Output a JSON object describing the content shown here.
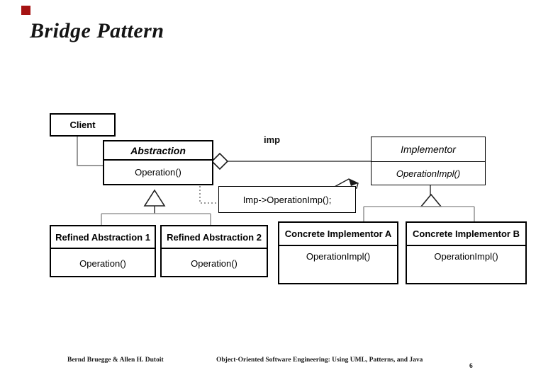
{
  "slide": {
    "title": "Bridge Pattern",
    "logo_color": "#a51212"
  },
  "diagram": {
    "imp_label": "imp",
    "note": {
      "text": "Imp->OperationImp();"
    },
    "classes": {
      "client": {
        "name": "Client"
      },
      "abstraction": {
        "name": "Abstraction",
        "method": "Operation()"
      },
      "implementor": {
        "name": "Implementor",
        "method": "OperationImpl()"
      },
      "refined1": {
        "name": "Refined Abstraction 1",
        "method": "Operation()"
      },
      "refined2": {
        "name": "Refined Abstraction 2",
        "method": "Operation()"
      },
      "concreteA": {
        "name": "Concrete Implementor A",
        "method": "OperationImpl()"
      },
      "concreteB": {
        "name": "Concrete Implementor B",
        "method": "OperationImpl()"
      }
    }
  },
  "footer": {
    "authors": "Bernd Bruegge & Allen H. Dutoit",
    "book": "Object-Oriented Software Engineering: Using UML, Patterns, and Java",
    "page": "6"
  }
}
